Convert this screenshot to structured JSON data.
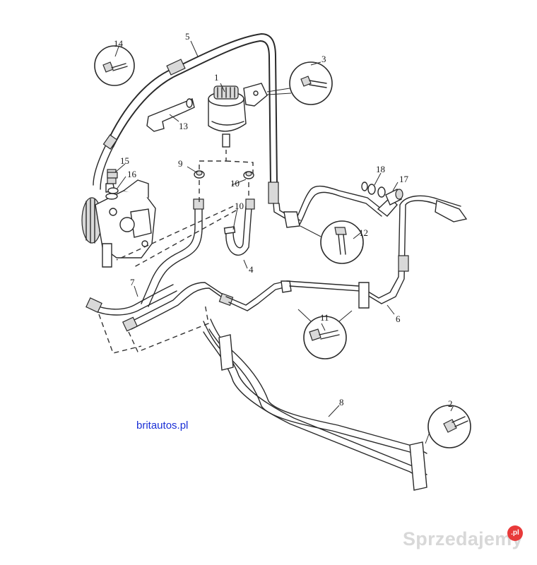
{
  "part_numbers": {
    "p1": "1",
    "p2": "2",
    "p3": "3",
    "p4": "4",
    "p5": "5",
    "p6": "6",
    "p7": "7",
    "p8": "8",
    "p9": "9",
    "p10a": "10",
    "p10b": "10",
    "p11": "11",
    "p12": "12",
    "p13": "13",
    "p14": "14",
    "p15": "15",
    "p16": "16",
    "p17": "17",
    "p18": "18"
  },
  "site_label": "britautos.pl",
  "watermark": {
    "text": "Sprzedajemy",
    "badge": ".pl"
  },
  "colors": {
    "line": "#2a2a2a",
    "site_label": "#1a2fd6",
    "watermark": "#d8d8d8",
    "badge": "#e83a3a"
  },
  "icons": [
    "bolt-icon",
    "reservoir",
    "pump",
    "hose",
    "clip"
  ]
}
